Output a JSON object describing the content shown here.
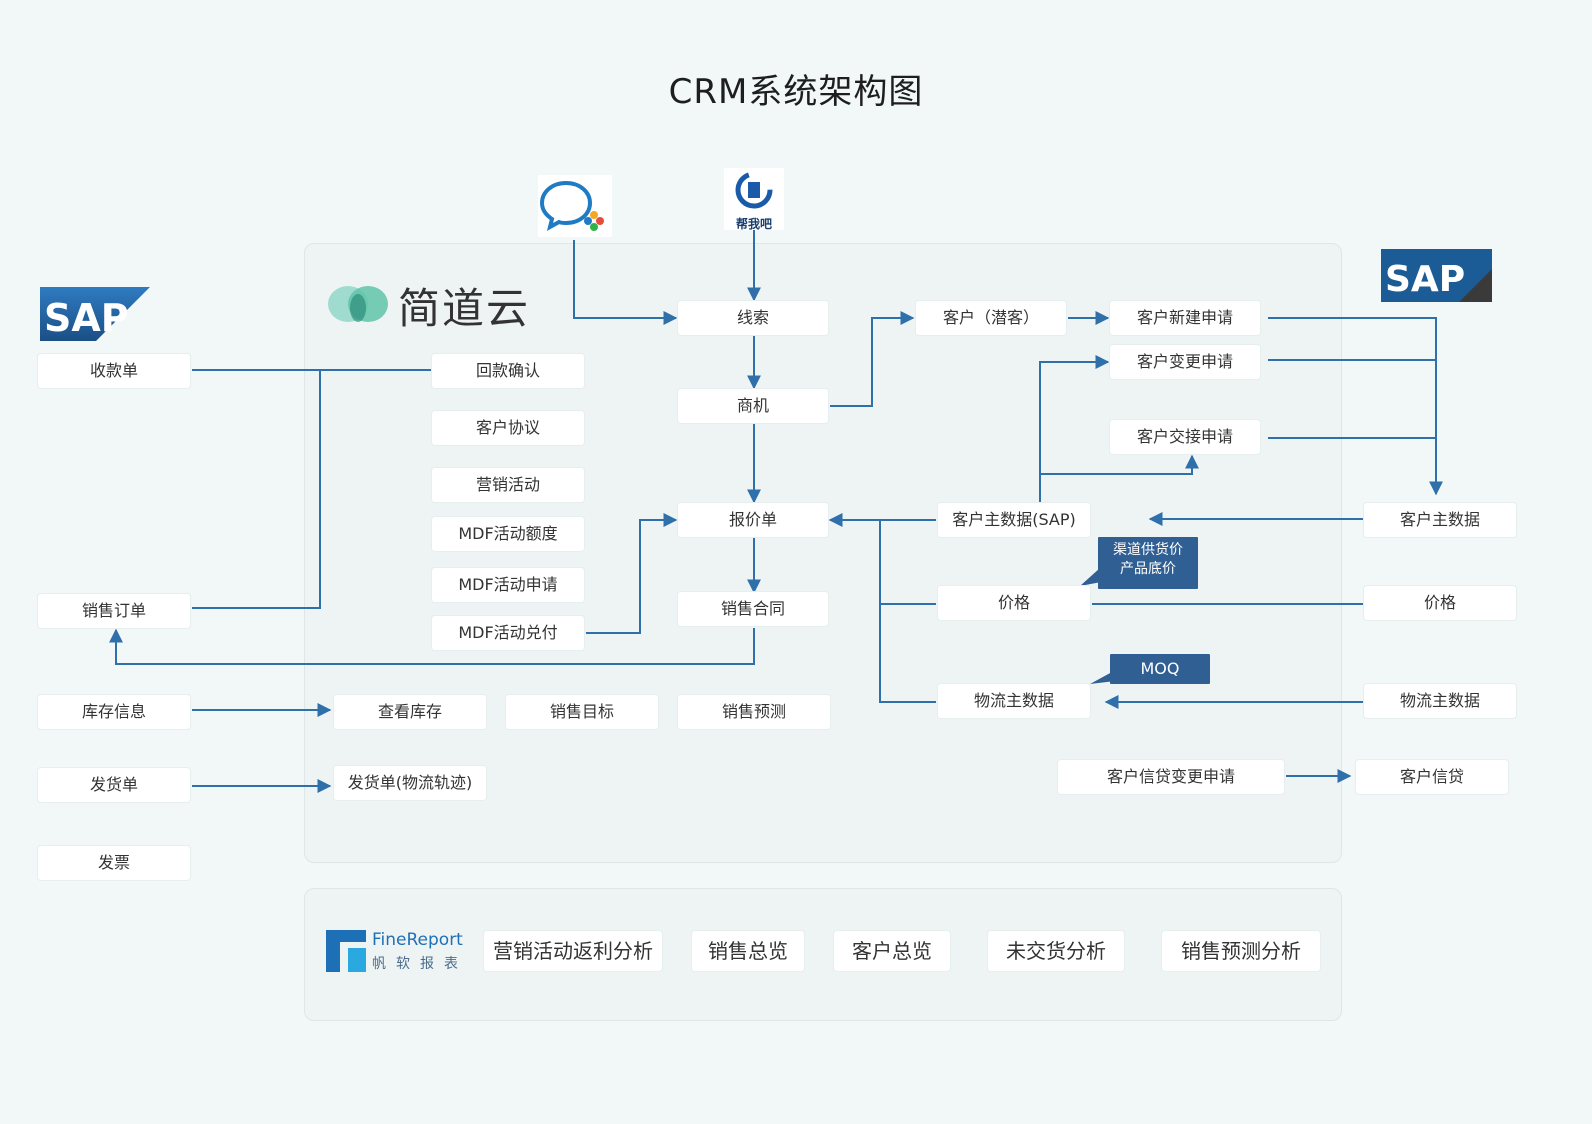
{
  "title": "CRM系统架构图",
  "colors": {
    "line": "#2f6faa",
    "tag": "#2f5f93",
    "sap": "#1d5c94"
  },
  "logos": {
    "jiandaoyun": "简道云",
    "sap": "SAP",
    "bangwoba": "帮我吧",
    "finereport_main": "FineReport",
    "finereport_sub": "帆软报表"
  },
  "sap_left": {
    "receipt": "收款单",
    "sales_order": "销售订单",
    "inventory": "库存信息",
    "delivery": "发货单",
    "invoice": "发票"
  },
  "jdy": {
    "payment_confirm": "回款确认",
    "customer_agreement": "客户协议",
    "marketing": "营销活动",
    "mdf_quota": "MDF活动额度",
    "mdf_apply": "MDF活动申请",
    "mdf_pay": "MDF活动兑付",
    "lead": "线索",
    "opportunity": "商机",
    "quote": "报价单",
    "contract": "销售合同",
    "view_stock": "查看库存",
    "sales_target": "销售目标",
    "sales_forecast": "销售预测",
    "delivery_track": "发货单(物流轨迹)",
    "customer_potential": "客户（潜客）",
    "customer_new": "客户新建申请",
    "customer_change": "客户变更申请",
    "customer_handover": "客户交接申请",
    "customer_master_sap": "客户主数据(SAP)",
    "price": "价格",
    "logistics_master": "物流主数据",
    "credit_change": "客户信贷变更申请",
    "tag_price_line1": "渠道供货价",
    "tag_price_line2": "产品底价",
    "tag_moq": "MOQ"
  },
  "sap_right": {
    "customer_master": "客户主数据",
    "price": "价格",
    "logistics_master": "物流主数据",
    "credit": "客户信贷"
  },
  "reports": [
    "营销活动返利分析",
    "销售总览",
    "客户总览",
    "未交货分析",
    "销售预测分析"
  ]
}
